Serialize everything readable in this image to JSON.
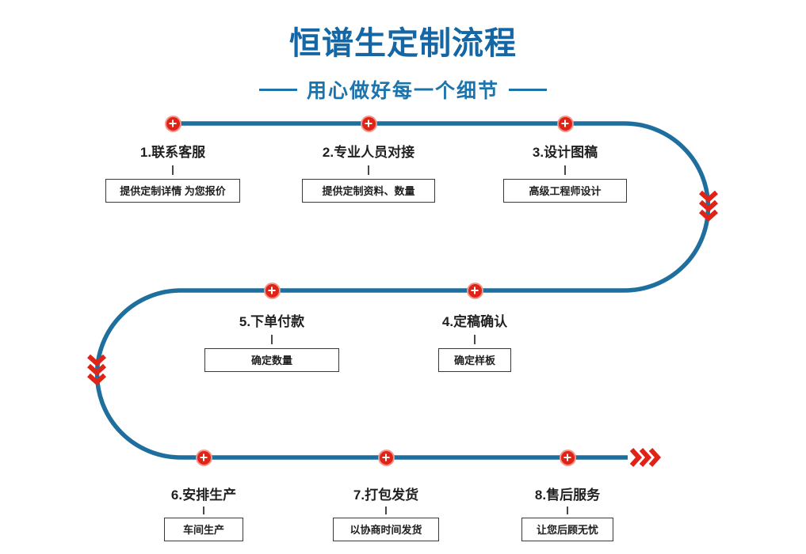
{
  "header": {
    "title": "恒谱生定制流程",
    "subtitle": "用心做好每一个细节"
  },
  "colors": {
    "line_blue": "#1e6f9e",
    "title_blue": "#1466a4",
    "subtitle_blue": "#1d74ab",
    "accent_red": "#e02317",
    "text_dark": "#1f1f1f",
    "box_border": "#383838",
    "background": "#ffffff"
  },
  "icons": {
    "step_node": "plus-icon",
    "flow_direction": "chevron-arrows-icon"
  },
  "steps": [
    {
      "label": "1.联系客服",
      "desc": "提供定制详情 为您报价"
    },
    {
      "label": "2.专业人员对接",
      "desc": "提供定制资料、数量"
    },
    {
      "label": "3.设计图稿",
      "desc": "高级工程师设计"
    },
    {
      "label": "4.定稿确认",
      "desc": "确定样板"
    },
    {
      "label": "5.下单付款",
      "desc": "确定数量"
    },
    {
      "label": "6.安排生产",
      "desc": "车间生产"
    },
    {
      "label": "7.打包发货",
      "desc": "以协商时间发货"
    },
    {
      "label": "8.售后服务",
      "desc": "让您后顾无忧"
    }
  ]
}
